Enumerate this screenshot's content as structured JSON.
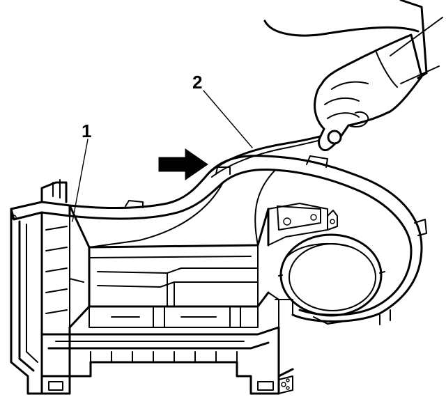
{
  "callouts": [
    {
      "id": "1",
      "label": "1"
    },
    {
      "id": "2",
      "label": "2"
    }
  ],
  "colors": {
    "ink": "#000000",
    "paper": "#ffffff"
  },
  "icons": {
    "direction_arrow": "right-arrow-icon"
  }
}
